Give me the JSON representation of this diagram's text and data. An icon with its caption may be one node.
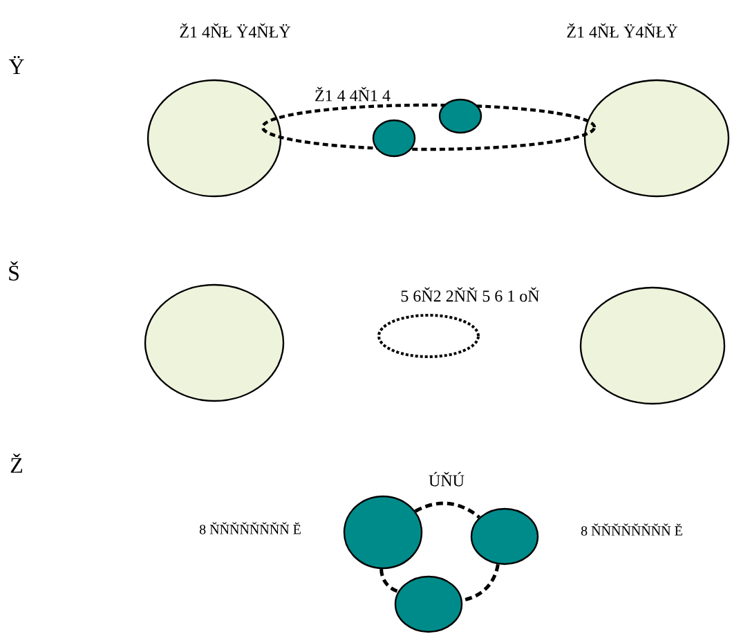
{
  "diagram": {
    "nodes": [
      {
        "text": [
          "Ž1 4ŇŁ Ÿ4ŇŁŸ"
        ]
      },
      {
        "text": [
          "Ž1 4ŇŁ Ÿ4ŇŁŸ"
        ]
      },
      {
        "text": [
          "Ž1 4 4Ň1 4"
        ]
      },
      {
        "text": [],
        "shape": "circle",
        "in": 2
      },
      {
        "text": [],
        "shape": "circle",
        "in": 2
      },
      {
        "text": [],
        "shape": "circle"
      },
      {
        "text": [
          "5 6Ň2 2ŇŇ 5 6 1 oŇ"
        ]
      },
      {
        "text": [],
        "shape": "circle"
      },
      {
        "text": [],
        "shape": "circle",
        "beside": [
          "8 ŇŇŇŇŇŇŇŇ Ĕ"
        ]
      },
      {
        "text": [],
        "shape": "circle",
        "beside": [
          "8 ŇŇŇŇŇŇŇŇ Ĕ"
        ]
      },
      {
        "text": [],
        "shape": "circle"
      }
    ],
    "edges": [
      {
        "from": 8,
        "to": 9,
        "arrow": "none",
        "style": "dashed",
        "label": "ÚŇÚ"
      },
      {
        "from": 8,
        "to": 10,
        "arrow": "none",
        "style": "dashed"
      },
      {
        "from": 9,
        "to": 10,
        "arrow": "none",
        "style": "dashed"
      }
    ],
    "labels": [
      "Ÿ",
      "Š",
      "Ž"
    ]
  }
}
